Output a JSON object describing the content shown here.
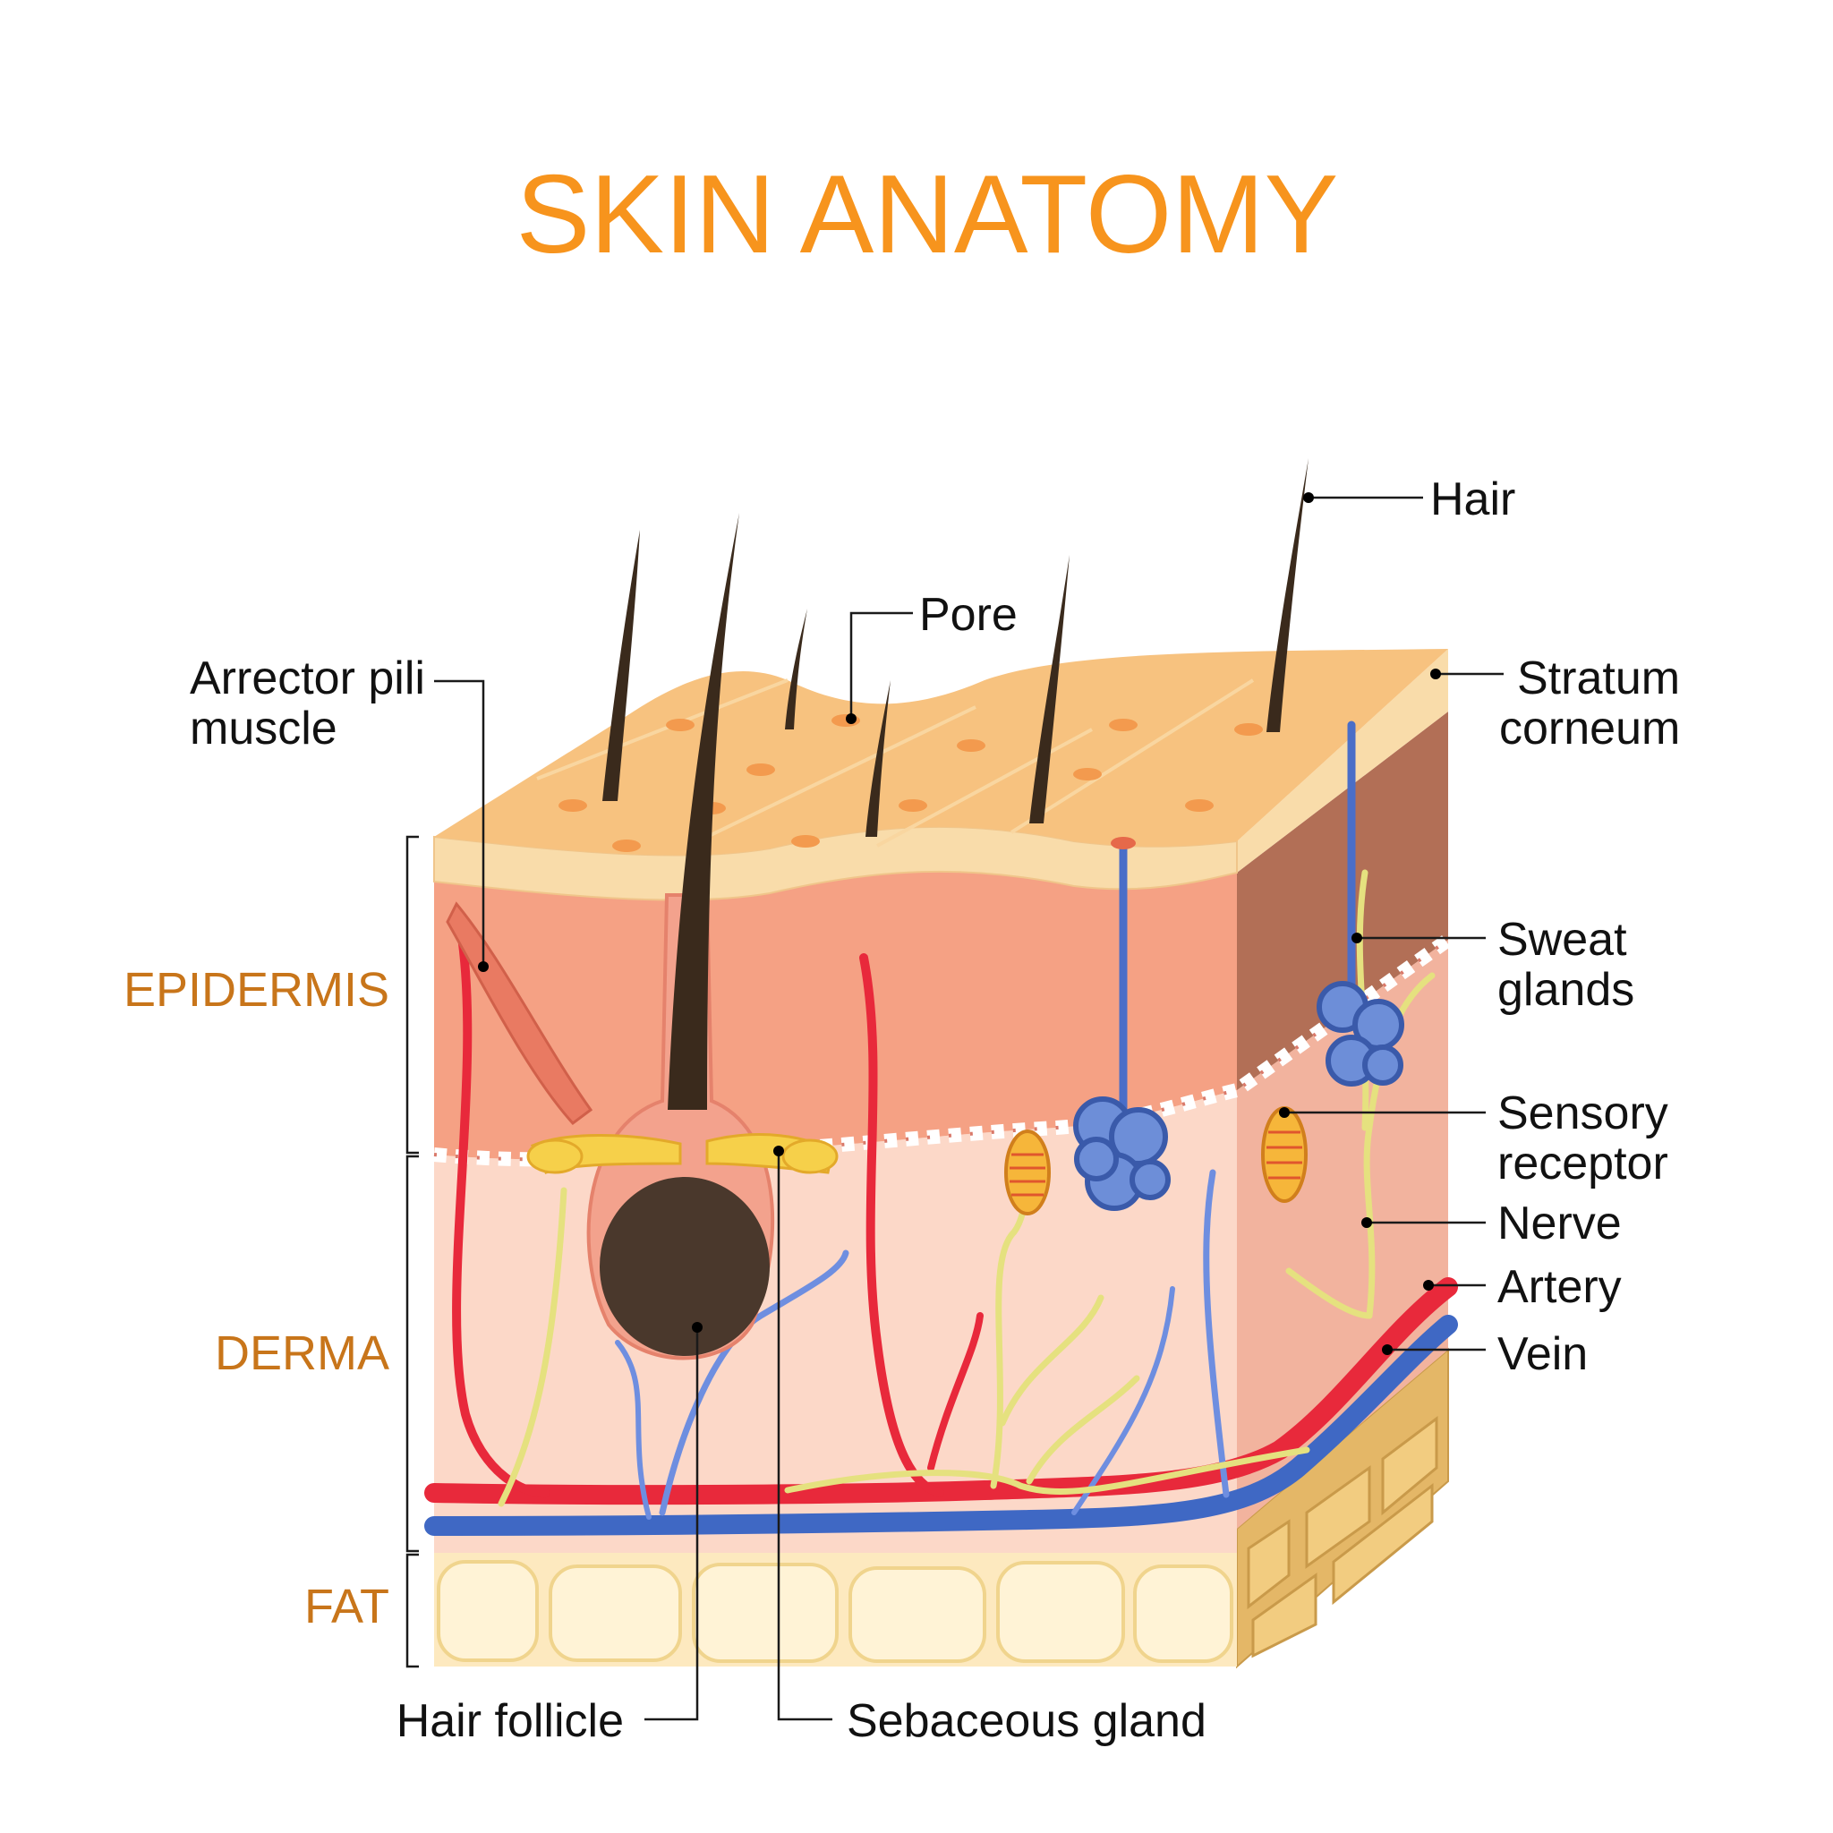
{
  "title": "SKIN ANATOMY",
  "colors": {
    "title": "#f7941d",
    "layer_label": "#c8751a",
    "surface": "#f7c27f",
    "stratum": "#f9dcaa",
    "epidermis": "#f5a184",
    "derma": "#fcd8c8",
    "side_dark": "#b26f56",
    "fat": "#fde9bf",
    "artery": "#e8293b",
    "vein": "#3f68c4",
    "nerve": "#e5e17f",
    "sweat_gland": "#4a6ec8",
    "hair": "#3a2a1c"
  },
  "layers": {
    "epidermis": "EPIDERMIS",
    "derma": "DERMA",
    "fat": "FAT"
  },
  "labels": {
    "hair": "Hair",
    "pore": "Pore",
    "arrector_pili": [
      "Arrector pili",
      "muscle"
    ],
    "stratum_corneum": [
      "Stratum",
      "corneum"
    ],
    "sweat_glands": [
      "Sweat",
      "glands"
    ],
    "sensory_receptor": [
      "Sensory",
      "receptor"
    ],
    "nerve": "Nerve",
    "artery": "Artery",
    "vein": "Vein",
    "hair_follicle": "Hair follicle",
    "sebaceous_gland": "Sebaceous gland"
  }
}
